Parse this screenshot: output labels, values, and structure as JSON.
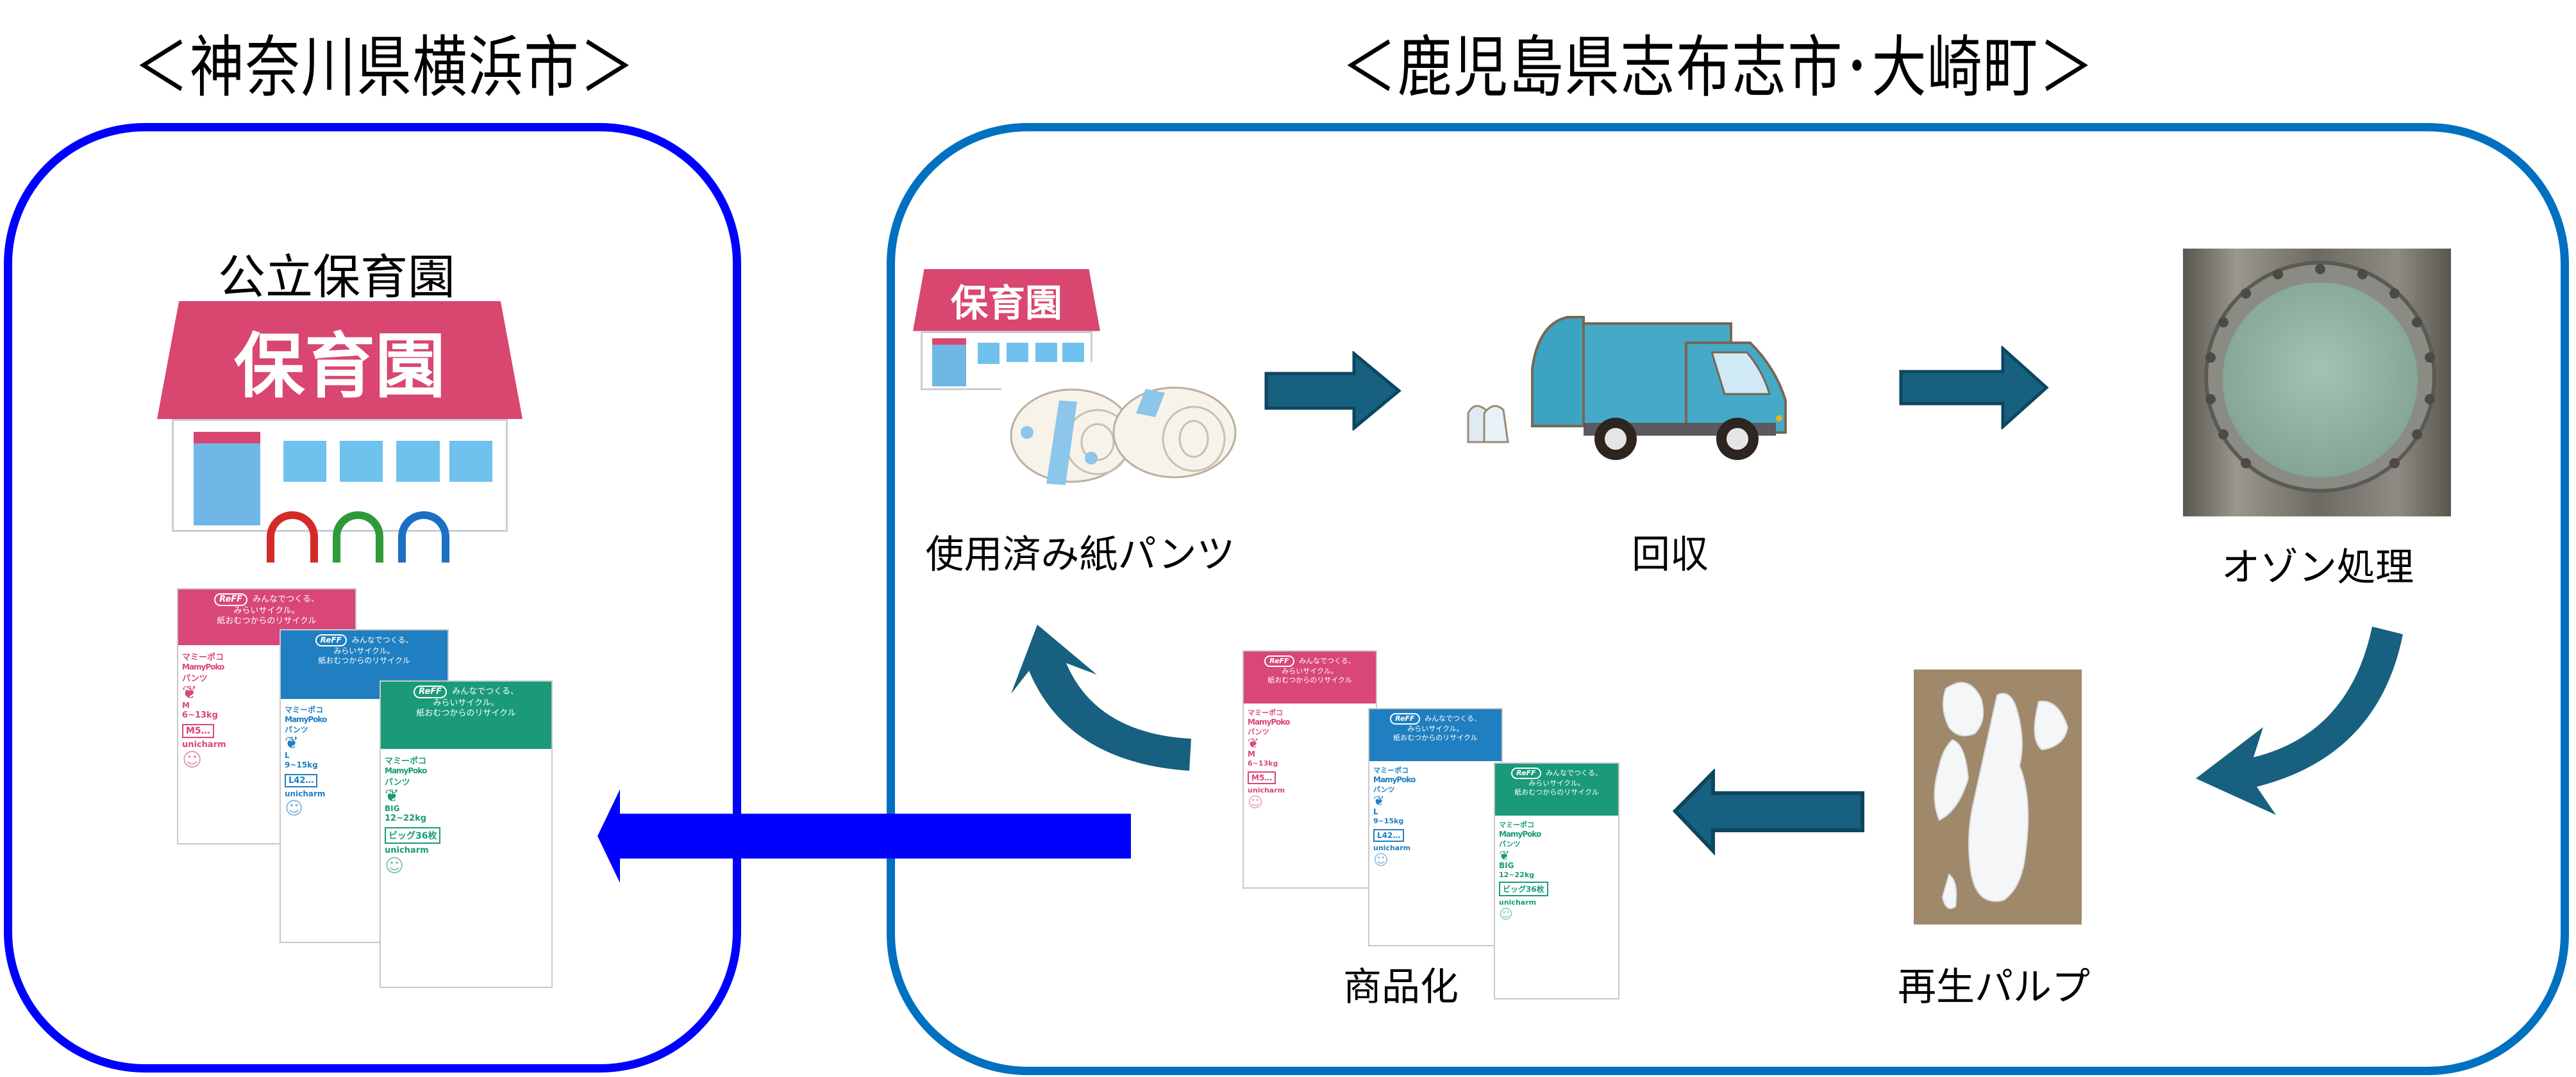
{
  "colors": {
    "yokohama_border": "#0000ff",
    "kagoshima_border": "#0070c0",
    "flow_arrow_fill": "#17607f",
    "flow_arrow_stroke": "#0d4660",
    "supply_arrow": "#0000ff",
    "pkg_pink": "#d8467a",
    "pkg_blue": "#1f7fc0",
    "pkg_green": "#1a9a78"
  },
  "left_region": {
    "title": "＜神奈川県横浜市＞",
    "facility_label": "公立保育園",
    "nursery_sign": "保育園"
  },
  "right_region": {
    "title": "＜鹿児島県志布志市･大崎町＞",
    "nursery_sign": "保育園",
    "steps": [
      {
        "label": "使用済み紙パンツ",
        "icon": "used-diapers-icon"
      },
      {
        "label": "回収",
        "icon": "garbage-truck-icon"
      },
      {
        "label": "オゾン処理",
        "icon": "ozone-tank-photo"
      },
      {
        "label": "再生パルプ",
        "icon": "pulp-photo"
      },
      {
        "label": "商品化",
        "icon": "product-packages"
      }
    ]
  },
  "packages": [
    {
      "brand": "MamyPoko",
      "kana": "マミーポコ",
      "pants": "パンツ",
      "size": "M",
      "weight": "6~13kg",
      "count": "M5…",
      "reff": "ReFF",
      "tagline1": "みんなでつくる、",
      "tagline2": "みらいサイクル。",
      "tagline3": "紙おむつからのリサイクル",
      "maker": "unicharm",
      "color_key": "pkg_pink"
    },
    {
      "brand": "MamyPoko",
      "kana": "マミーポコ",
      "pants": "パンツ",
      "size": "L",
      "weight": "9~15kg",
      "count": "L42…",
      "reff": "ReFF",
      "tagline1": "みんなでつくる、",
      "tagline2": "みらいサイクル。",
      "tagline3": "紙おむつからのリサイクル",
      "maker": "unicharm",
      "color_key": "pkg_blue"
    },
    {
      "brand": "MamyPoko",
      "kana": "マミーポコ",
      "pants": "パンツ",
      "size": "BIG",
      "weight": "12~22kg",
      "count": "ビッグ36枚",
      "reff": "ReFF",
      "tagline1": "みんなでつくる、",
      "tagline2": "みらいサイクル。",
      "tagline3": "紙おむつからのリサイクル",
      "maker": "unicharm",
      "color_key": "pkg_green"
    }
  ]
}
